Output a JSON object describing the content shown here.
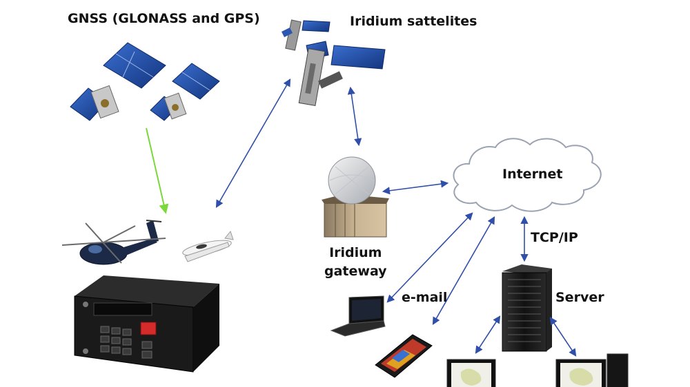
{
  "labels": {
    "gnss": "GNSS (GLONASS and GPS)",
    "iridium_satellites": "Iridium sattelites",
    "internet": "Internet",
    "tcpip": "TCP/IP",
    "gateway_line1": "Iridium",
    "gateway_line2": "gateway",
    "email": "e-mail",
    "server": "Server"
  },
  "colors": {
    "link_arrow": "#2f4fa8",
    "gnss_arrow": "#7ad83a",
    "panel_blue": "#1f4fa8",
    "device_dark": "#1a1a1a"
  },
  "icons": [
    "satellite-icon",
    "helicopter-icon",
    "airplane-icon",
    "terminal-device-icon",
    "ground-station-dome-icon",
    "cloud-icon",
    "laptop-icon",
    "smartphone-icon",
    "server-rack-icon",
    "monitor-icon"
  ]
}
